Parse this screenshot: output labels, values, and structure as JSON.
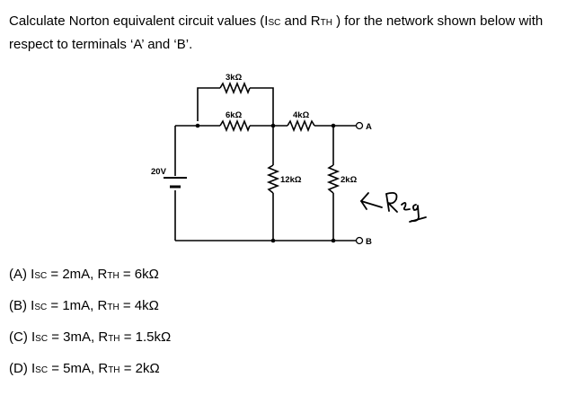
{
  "question": {
    "line1_a": "Calculate Norton equivalent circuit values (I",
    "line1_sub1": "SC",
    "line1_b": " and R",
    "line1_sub2": "TH",
    "line1_c": " ) for the network shown below with",
    "line2": "respect to terminals ‘A’ and ‘B’."
  },
  "circuit": {
    "r_top": "3kΩ",
    "r_mid": "6kΩ",
    "r_right": "4kΩ",
    "r_center": "12kΩ",
    "r_load": "2kΩ",
    "source": "20V",
    "terminal_a": "A",
    "terminal_b": "B",
    "handwritten_note": "← Req"
  },
  "options": [
    {
      "prefix": "(A) I",
      "isc_sub": "SC",
      "mid": " = 2mA, R",
      "rth_sub": "TH",
      "suffix": " = 6kΩ"
    },
    {
      "prefix": "(B) I",
      "isc_sub": "SC",
      "mid": " = 1mA, R",
      "rth_sub": "TH",
      "suffix": " = 4kΩ"
    },
    {
      "prefix": "(C) I",
      "isc_sub": "SC",
      "mid": " = 3mA, R",
      "rth_sub": "TH",
      "suffix": " = 1.5kΩ"
    },
    {
      "prefix": "(D) I",
      "isc_sub": "SC",
      "mid": " = 5mA, R",
      "rth_sub": "TH",
      "suffix": " = 2kΩ"
    }
  ]
}
